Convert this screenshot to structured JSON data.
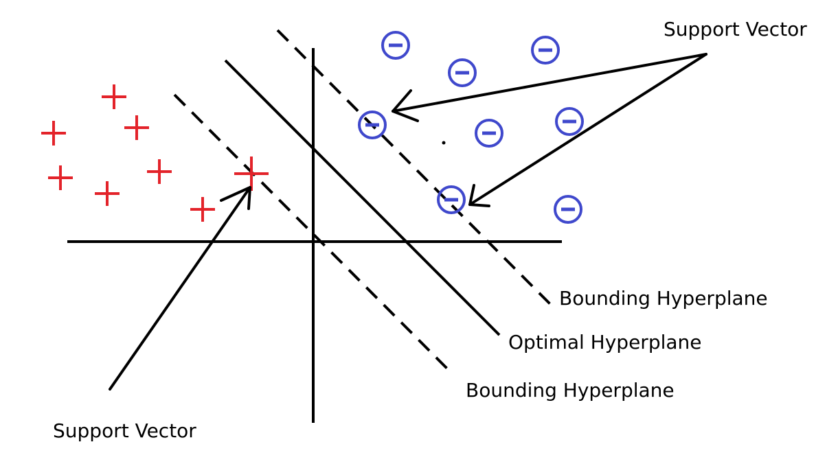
{
  "labels": {
    "support_vector_top": "Support Vector",
    "support_vector_bottom": "Support Vector",
    "bounding_hyperplane_upper": "Bounding Hyperplane",
    "optimal_hyperplane": "Optimal Hyperplane",
    "bounding_hyperplane_lower": "Bounding Hyperplane"
  },
  "colors": {
    "positive": "#e3232a",
    "negative": "#3f48cc",
    "ink": "#000000"
  },
  "classes": {
    "positive_symbol": "+",
    "negative_symbol": "−"
  }
}
